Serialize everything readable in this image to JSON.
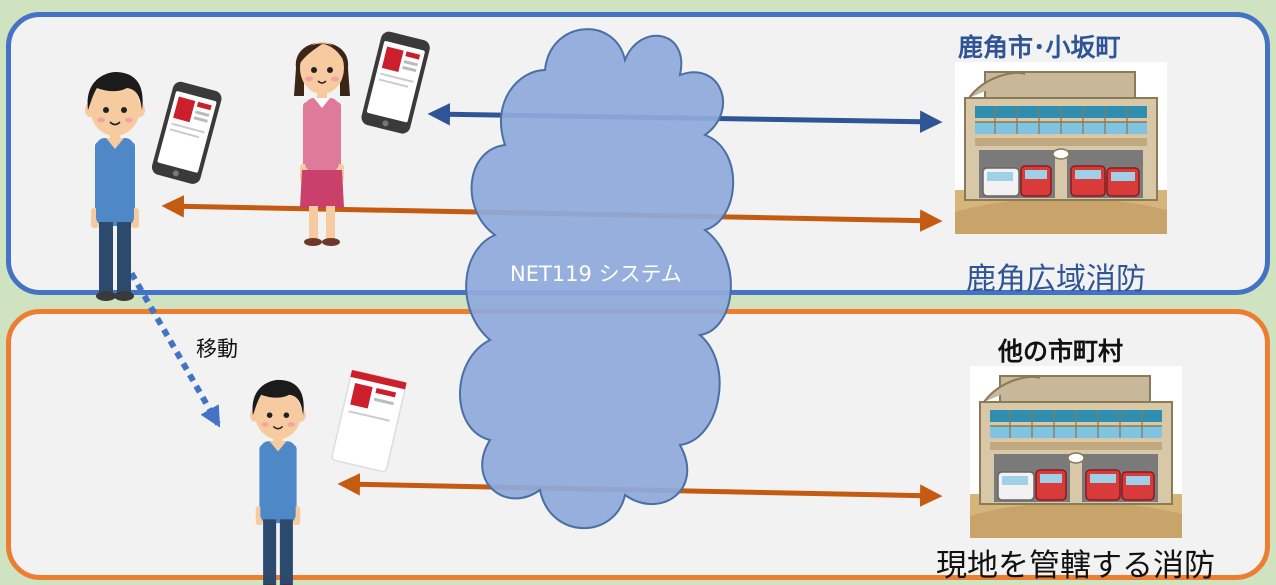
{
  "regions": {
    "home": {
      "city_label": "鹿角市･小坂町",
      "station_label": "鹿角広域消防"
    },
    "other": {
      "city_label": "他の市町村",
      "station_label": "現地を管轄する消防"
    }
  },
  "system_label": "NET119 システム",
  "move_label": "移動",
  "colors": {
    "home_border": "#4472c4",
    "other_border": "#ed7d31",
    "arrow_blue": "#2f5597",
    "arrow_orange": "#c55a11",
    "cloud_fill": "#8faadc",
    "background": "#cfe3c1"
  },
  "icons": [
    "man-icon",
    "woman-icon",
    "smartphone-icon",
    "fire-station-icon",
    "cloud-icon"
  ]
}
